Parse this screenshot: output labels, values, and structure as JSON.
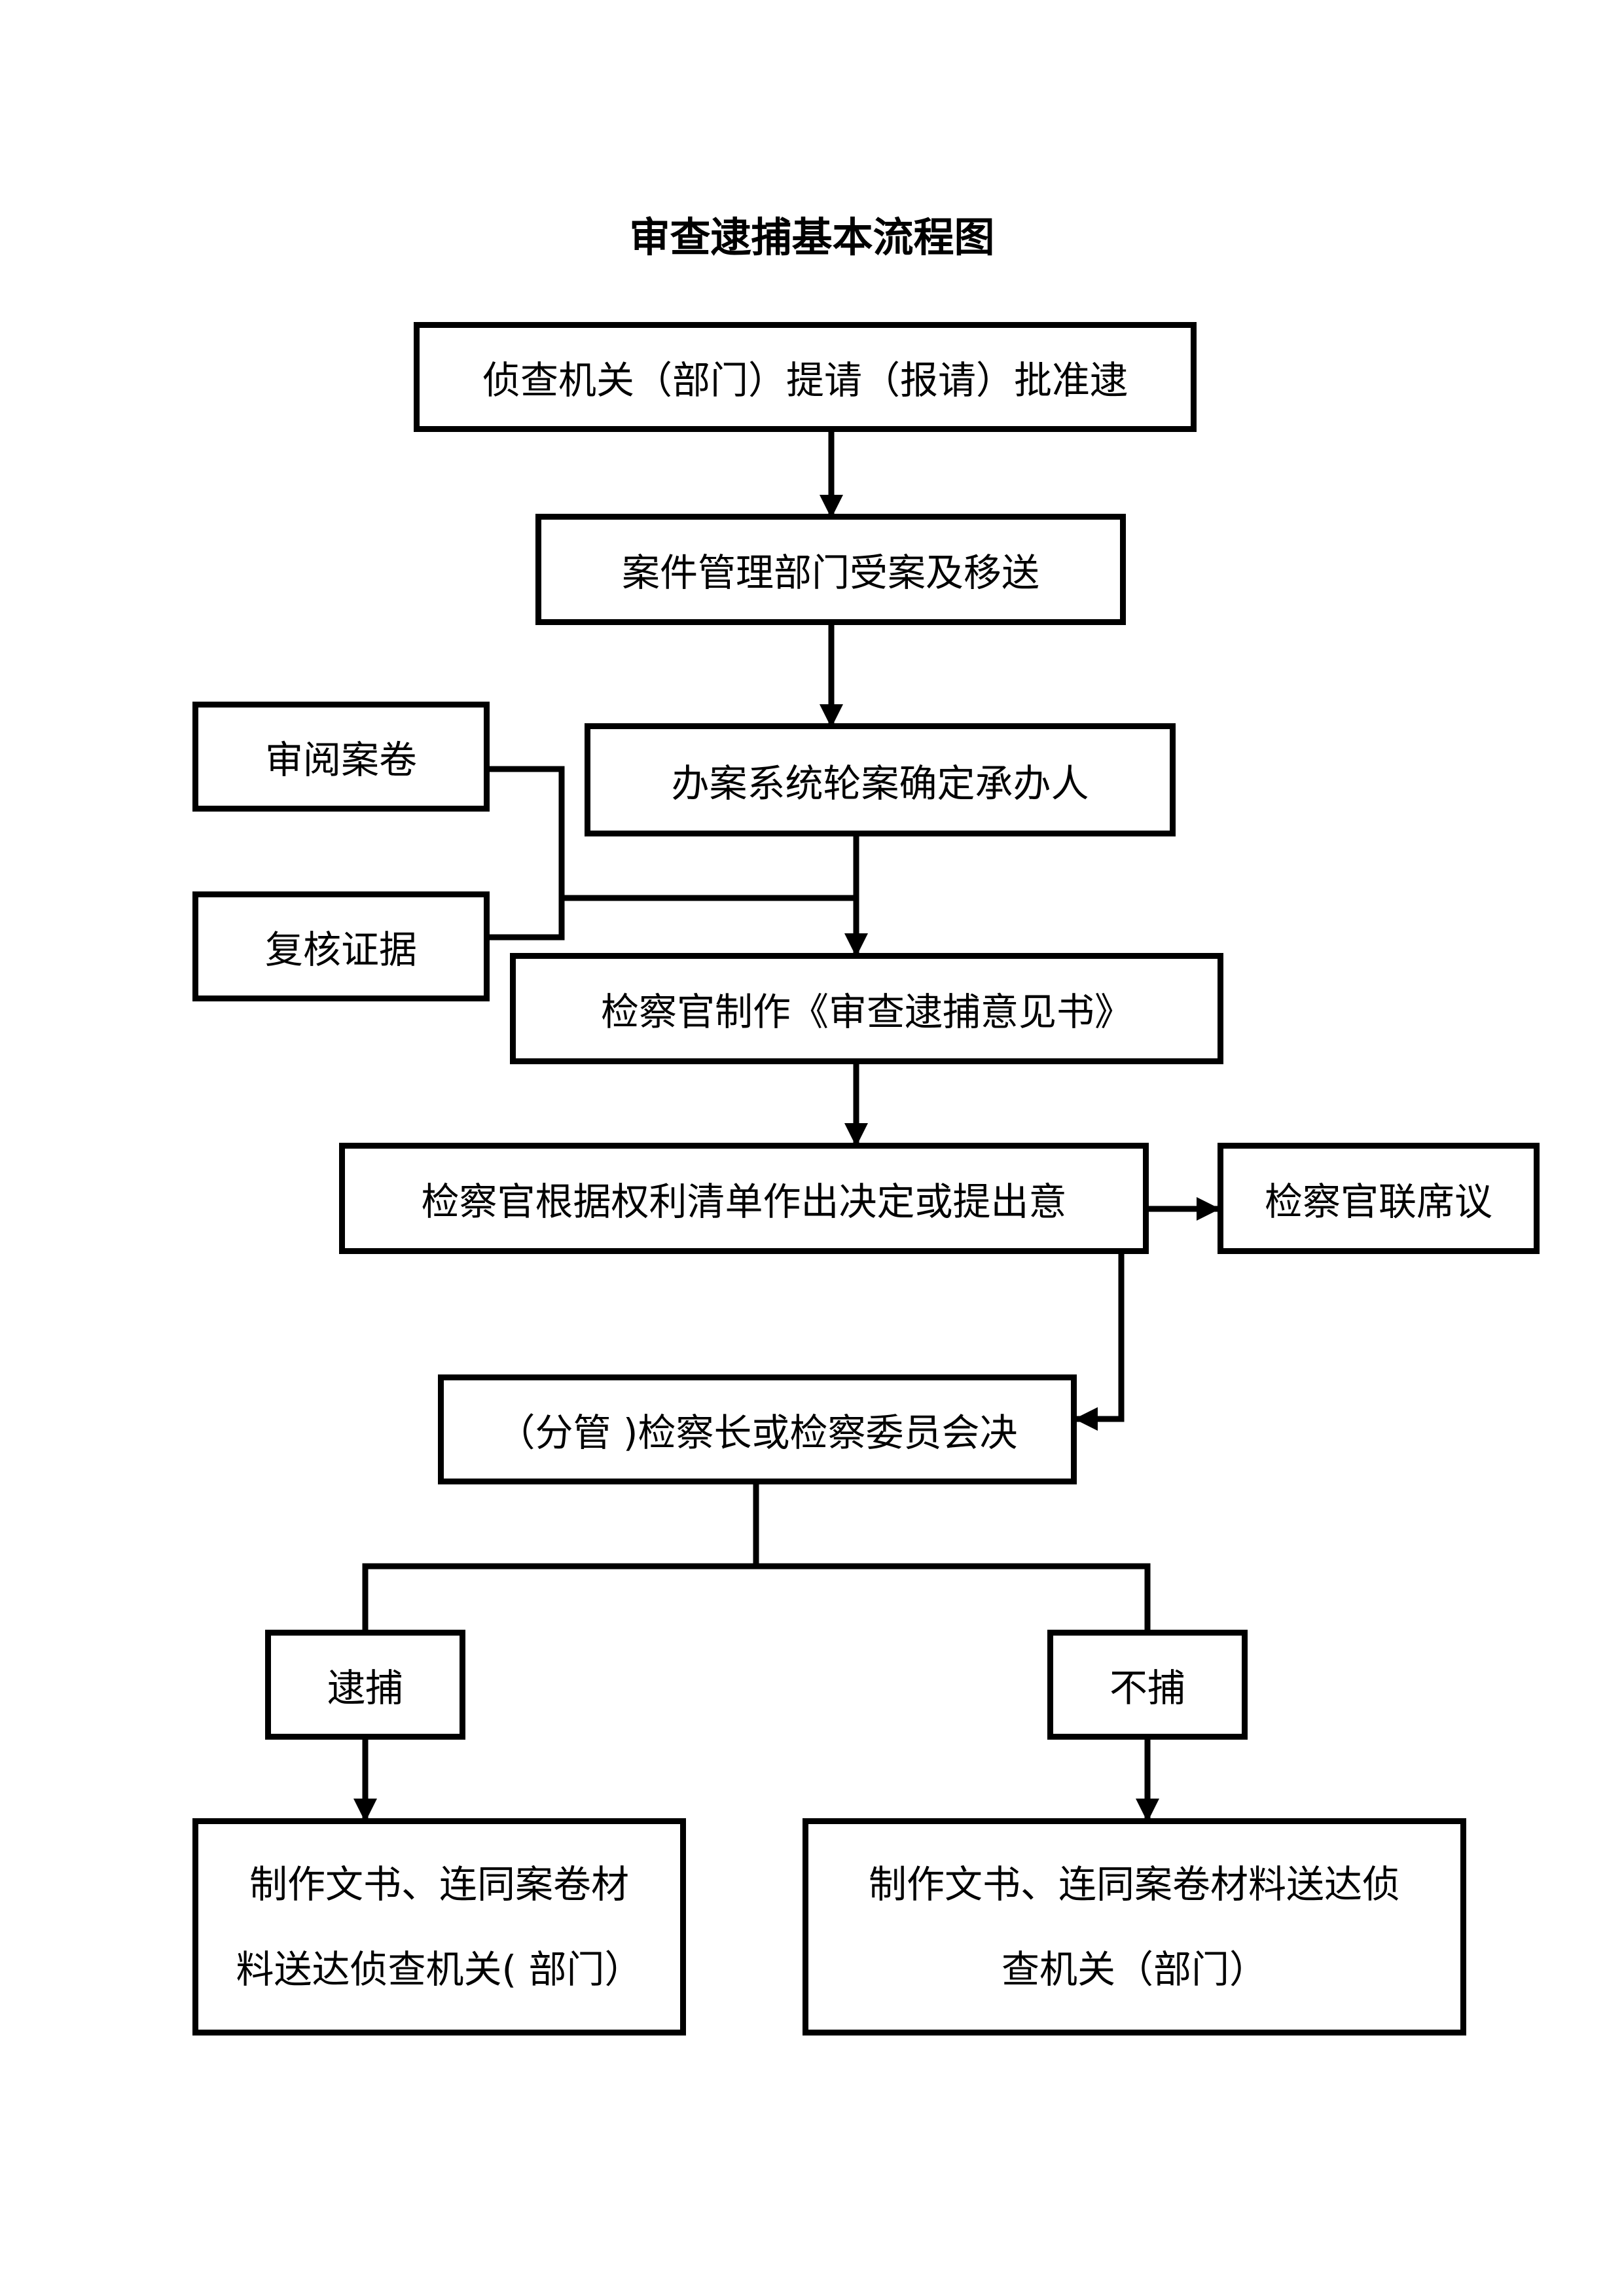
{
  "title": "审查逮捕基本流程图",
  "nodes": {
    "request": "侦查机关（部门）提请（报请）批准逮",
    "case_receipt": "案件管理部门受案及移送",
    "review_files": "审阅案卷",
    "assign_handler": "办案系统轮案确定承办人",
    "verify_evidence": "复核证据",
    "draft_opinion": "检察官制作《审查逮捕意见书》",
    "decision": "检察官根据权利清单作出决定或提出意",
    "joint_meeting": "检察官联席议",
    "chief_decision": "（分管 )检察长或检察委员会决",
    "arrest": "逮捕",
    "no_arrest": "不捕",
    "deliver_arrest": {
      "line1": "制作文书、连同案卷材",
      "line2": "料送达侦查机关( 部门）"
    },
    "deliver_no_arrest": {
      "line1": "制作文书、连同案卷材料送达侦",
      "line2": "查机关（部门）"
    }
  }
}
